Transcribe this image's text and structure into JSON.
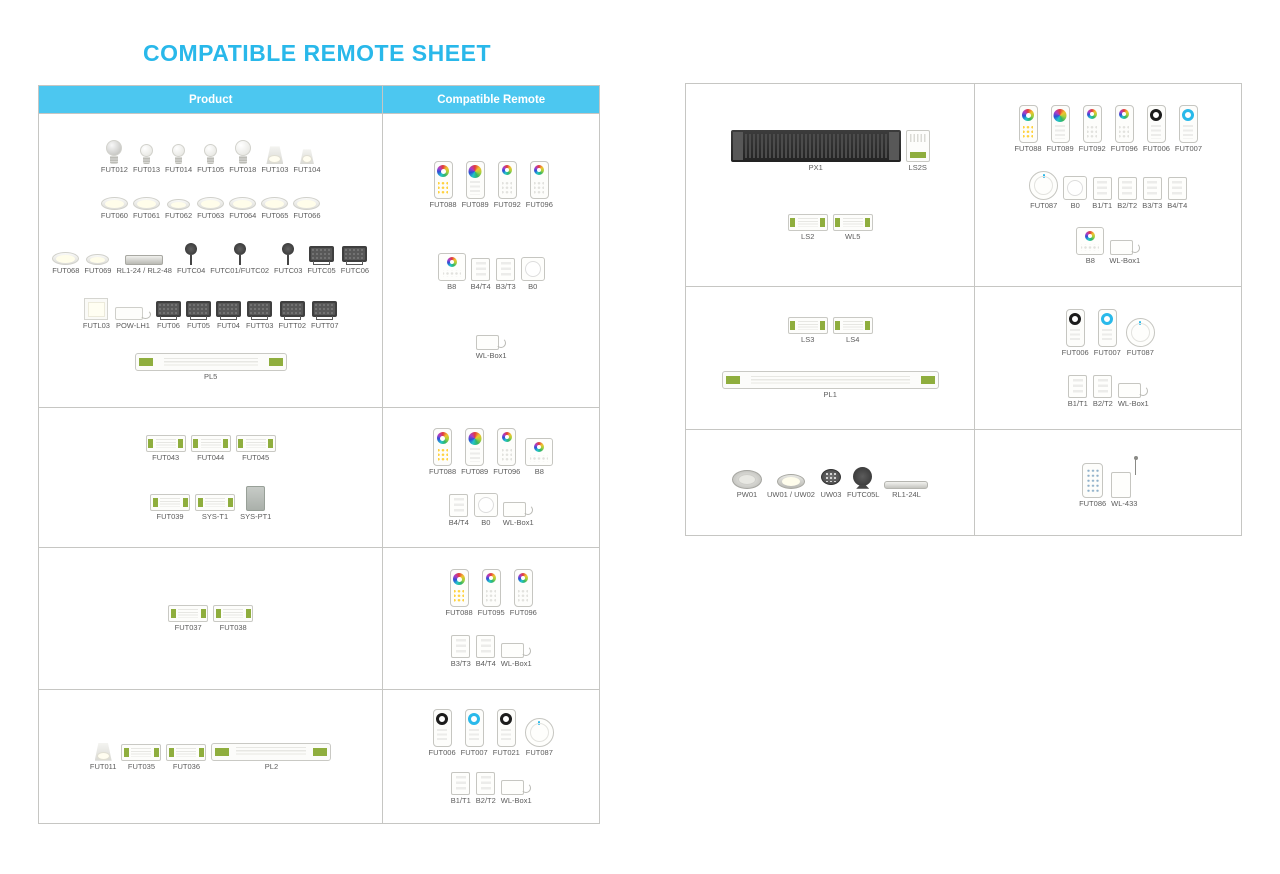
{
  "title": "COMPATIBLE REMOTE SHEET",
  "colors": {
    "accent": "#29b8ea",
    "table_header_bg": "#4cc7f0",
    "table_border": "#c6c6c3"
  },
  "left_table": {
    "headers": [
      "Product",
      "Compatible Remote"
    ],
    "rows": [
      {
        "product_groups": [
          {
            "items": [
              {
                "label": "FUT012",
                "type": "bulb-sv"
              },
              {
                "label": "FUT013",
                "type": "bulb-sm"
              },
              {
                "label": "FUT014",
                "type": "bulb-sm"
              },
              {
                "label": "FUT105",
                "type": "bulb-sm"
              },
              {
                "label": "FUT018",
                "type": "bulb"
              },
              {
                "label": "FUT103",
                "type": "spot"
              },
              {
                "label": "FUT104",
                "type": "spot-sm"
              }
            ]
          },
          {
            "items": [
              {
                "label": "FUT060",
                "type": "downl"
              },
              {
                "label": "FUT061",
                "type": "downl"
              },
              {
                "label": "FUT062",
                "type": "downl-sm"
              },
              {
                "label": "FUT063",
                "type": "downl"
              },
              {
                "label": "FUT064",
                "type": "downl"
              },
              {
                "label": "FUT065",
                "type": "downl"
              },
              {
                "label": "FUT066",
                "type": "downl"
              }
            ]
          },
          {
            "items": [
              {
                "label": "FUT068",
                "type": "downl"
              },
              {
                "label": "FUT069",
                "type": "downl-sm"
              },
              {
                "label": "RL1-24 / RL2-48",
                "type": "rlbar"
              },
              {
                "label": "FUTC04",
                "type": "garden"
              },
              {
                "label": "FUTC01/FUTC02",
                "type": "garden"
              },
              {
                "label": "FUTC03",
                "type": "garden"
              },
              {
                "label": "FUTC05",
                "type": "flood"
              },
              {
                "label": "FUTC06",
                "type": "flood"
              }
            ]
          },
          {
            "items": [
              {
                "label": "FUTL03",
                "type": "panelsq"
              },
              {
                "label": "POW-LH1",
                "type": "psu"
              },
              {
                "label": "FUT06",
                "type": "flood"
              },
              {
                "label": "FUT05",
                "type": "flood"
              },
              {
                "label": "FUT04",
                "type": "flood"
              },
              {
                "label": "FUTT03",
                "type": "flood"
              },
              {
                "label": "FUTT02",
                "type": "flood"
              },
              {
                "label": "FUTT07",
                "type": "flood"
              }
            ]
          },
          {
            "items": [
              {
                "label": "PL5",
                "type": "driver"
              }
            ]
          }
        ],
        "remote_groups": [
          {
            "items": [
              {
                "label": "FUT088",
                "type": "remote-wheel"
              },
              {
                "label": "FUT089",
                "type": "remote-touch"
              },
              {
                "label": "FUT092",
                "type": "remote-key"
              },
              {
                "label": "FUT096",
                "type": "remote-key"
              }
            ]
          },
          {
            "items": [
              {
                "label": "B8",
                "type": "panelb8"
              },
              {
                "label": "B4/T4",
                "type": "wallpanel"
              },
              {
                "label": "B3/T3",
                "type": "wallpanel"
              },
              {
                "label": "B0",
                "type": "b0"
              }
            ]
          },
          {
            "items": [
              {
                "label": "WL-Box1",
                "type": "wlbox"
              }
            ]
          }
        ]
      },
      {
        "product_groups": [
          {
            "items": [
              {
                "label": "FUT043",
                "type": "ctrl"
              },
              {
                "label": "FUT044",
                "type": "ctrl"
              },
              {
                "label": "FUT045",
                "type": "ctrl"
              }
            ]
          },
          {
            "items": [
              {
                "label": "FUT039",
                "type": "ctrl"
              },
              {
                "label": "SYS-T1",
                "type": "ctrl"
              },
              {
                "label": "SYS-PT1",
                "type": "sysmod"
              }
            ]
          }
        ],
        "remote_groups": [
          {
            "items": [
              {
                "label": "FUT088",
                "type": "remote-wheel"
              },
              {
                "label": "FUT089",
                "type": "remote-touch"
              },
              {
                "label": "FUT096",
                "type": "remote-key"
              },
              {
                "label": "B8",
                "type": "panelb8"
              }
            ]
          },
          {
            "items": [
              {
                "label": "B4/T4",
                "type": "wallpanel"
              },
              {
                "label": "B0",
                "type": "b0"
              },
              {
                "label": "WL-Box1",
                "type": "wlbox"
              }
            ]
          }
        ]
      },
      {
        "product_groups": [
          {
            "items": [
              {
                "label": "FUT037",
                "type": "ctrl"
              },
              {
                "label": "FUT038",
                "type": "ctrl"
              }
            ]
          }
        ],
        "remote_groups": [
          {
            "items": [
              {
                "label": "FUT088",
                "type": "remote-wheel"
              },
              {
                "label": "FUT095",
                "type": "remote-key"
              },
              {
                "label": "FUT096",
                "type": "remote-key"
              }
            ]
          },
          {
            "items": [
              {
                "label": "B3/T3",
                "type": "wallpanel"
              },
              {
                "label": "B4/T4",
                "type": "wallpanel"
              },
              {
                "label": "WL-Box1",
                "type": "wlbox"
              }
            ]
          }
        ]
      },
      {
        "product_groups": [
          {
            "items": [
              {
                "label": "FUT011",
                "type": "spot"
              },
              {
                "label": "FUT035",
                "type": "ctrl"
              },
              {
                "label": "FUT036",
                "type": "ctrl"
              },
              {
                "label": "PL2",
                "type": "driver-md"
              }
            ]
          }
        ],
        "remote_groups": [
          {
            "items": [
              {
                "label": "FUT006",
                "type": "remote-dim"
              },
              {
                "label": "FUT007",
                "type": "remote-dim-c"
              },
              {
                "label": "FUT021",
                "type": "remote-dim"
              },
              {
                "label": "FUT087",
                "type": "dial"
              }
            ]
          },
          {
            "items": [
              {
                "label": "B1/T1",
                "type": "wallpanel"
              },
              {
                "label": "B2/T2",
                "type": "wallpanel"
              },
              {
                "label": "WL-Box1",
                "type": "wlbox"
              }
            ]
          }
        ]
      }
    ]
  },
  "right_table": {
    "rows": [
      {
        "product_groups": [
          {
            "items": [
              {
                "label": "PX1",
                "type": "px1"
              },
              {
                "label": "LS2S",
                "type": "din"
              }
            ]
          },
          {
            "items": [
              {
                "label": "LS2",
                "type": "ctrl"
              },
              {
                "label": "WL5",
                "type": "ctrl"
              }
            ]
          }
        ],
        "remote_groups": [
          {
            "items": [
              {
                "label": "FUT088",
                "type": "remote-wheel"
              },
              {
                "label": "FUT089",
                "type": "remote-touch"
              },
              {
                "label": "FUT092",
                "type": "remote-key"
              },
              {
                "label": "FUT096",
                "type": "remote-key"
              },
              {
                "label": "FUT006",
                "type": "remote-dim"
              },
              {
                "label": "FUT007",
                "type": "remote-dim-c"
              }
            ]
          },
          {
            "items": [
              {
                "label": "FUT087",
                "type": "dial"
              },
              {
                "label": "B0",
                "type": "b0"
              },
              {
                "label": "B1/T1",
                "type": "wallpanel"
              },
              {
                "label": "B2/T2",
                "type": "wallpanel"
              },
              {
                "label": "B3/T3",
                "type": "wallpanel"
              },
              {
                "label": "B4/T4",
                "type": "wallpanel"
              }
            ]
          },
          {
            "items": [
              {
                "label": "B8",
                "type": "panelb8"
              },
              {
                "label": "WL-Box1",
                "type": "wlbox"
              }
            ]
          }
        ]
      },
      {
        "product_groups": [
          {
            "items": [
              {
                "label": "LS3",
                "type": "ctrl"
              },
              {
                "label": "LS4",
                "type": "ctrl"
              }
            ]
          },
          {
            "items": [
              {
                "label": "PL1",
                "type": "driver-lg"
              }
            ]
          }
        ],
        "remote_groups": [
          {
            "items": [
              {
                "label": "FUT006",
                "type": "remote-dim"
              },
              {
                "label": "FUT007",
                "type": "remote-dim-c"
              },
              {
                "label": "FUT087",
                "type": "dial"
              }
            ]
          },
          {
            "items": [
              {
                "label": "B1/T1",
                "type": "wallpanel"
              },
              {
                "label": "B2/T2",
                "type": "wallpanel"
              },
              {
                "label": "WL-Box1",
                "type": "wlbox"
              }
            ]
          }
        ]
      },
      {
        "product_groups": [
          {
            "items": [
              {
                "label": "PW01",
                "type": "pool"
              },
              {
                "label": "UW01 / UW02",
                "type": "uw"
              },
              {
                "label": "UW03",
                "type": "uw3"
              },
              {
                "label": "FUTC05L",
                "type": "cfl"
              },
              {
                "label": "RL1-24L",
                "type": "tube"
              }
            ]
          }
        ],
        "remote_groups": [
          {
            "items": [
              {
                "label": "FUT086",
                "type": "r433"
              },
              {
                "label": "WL-433",
                "type": "wl433"
              }
            ]
          }
        ]
      }
    ]
  }
}
